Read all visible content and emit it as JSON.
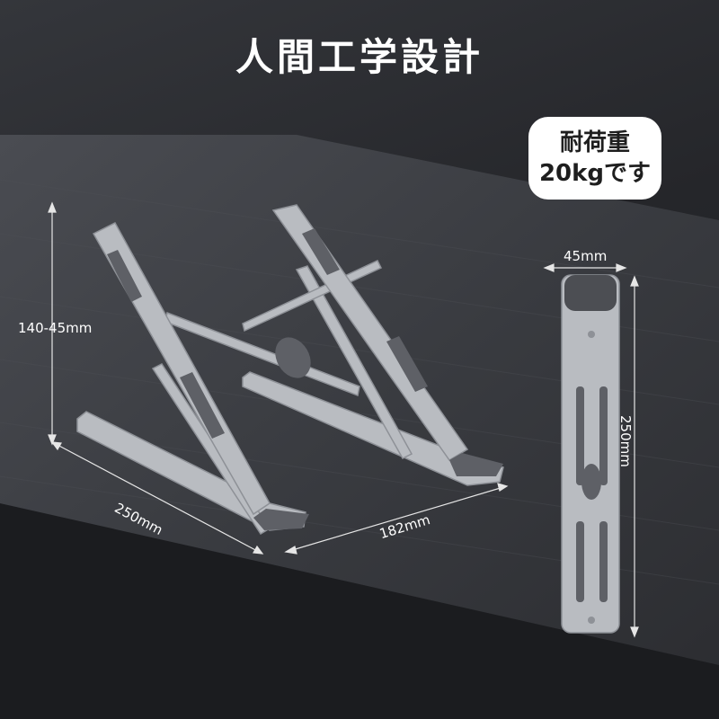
{
  "title": "人間工学設計",
  "badge": {
    "line1": "耐荷重",
    "line2": "20kgです"
  },
  "dimensions": {
    "height": "140-45mm",
    "length_open": "250mm",
    "width": "182mm",
    "folded_width": "45mm",
    "folded_length": "250mm"
  },
  "colors": {
    "background": "#26272b",
    "metal": "#b9bcc1",
    "pad": "#5e6066",
    "text": "#ffffff"
  }
}
